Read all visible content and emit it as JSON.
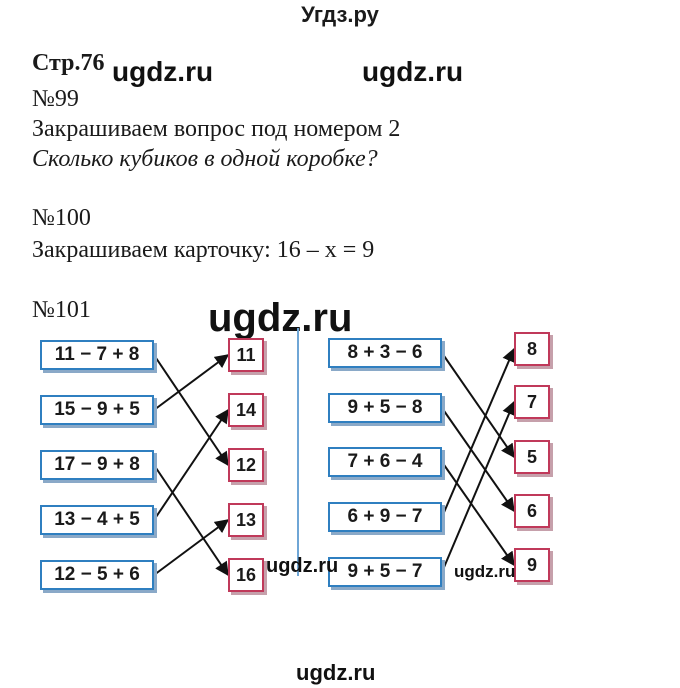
{
  "site_title": "Угдз.ру",
  "watermarks": [
    "ugdz.ru",
    "ugdz.ru",
    "ugdz.ru",
    "ugdz.ru",
    "ugdz.ru",
    "ugdz.ru"
  ],
  "page_label": "Стр.76",
  "task99": {
    "number": "№99",
    "line1": "Закрашиваем вопрос под номером 2",
    "line2": "Сколько кубиков в одной коробке?"
  },
  "task100": {
    "number": "№100",
    "line1": "Закрашиваем карточку: 16 – x = 9"
  },
  "task101": {
    "number": "№101",
    "left_expressions": [
      "11 − 7 + 8",
      "15 − 9 + 5",
      "17 − 9 + 8",
      "13 − 4 + 5",
      "12 − 5 + 6"
    ],
    "left_answers": [
      "11",
      "14",
      "12",
      "13",
      "16"
    ],
    "right_expressions": [
      "8 + 3 − 6",
      "9 + 5 − 8",
      "7 + 6 − 4",
      "6 + 9 − 7",
      "9 + 5 − 7"
    ],
    "right_answers": [
      "8",
      "7",
      "5",
      "6",
      "9"
    ],
    "left_links": [
      [
        0,
        2
      ],
      [
        1,
        0
      ],
      [
        2,
        4
      ],
      [
        3,
        1
      ],
      [
        4,
        3
      ]
    ],
    "right_links": [
      [
        0,
        2
      ],
      [
        1,
        3
      ],
      [
        2,
        4
      ],
      [
        3,
        0
      ],
      [
        4,
        1
      ]
    ]
  },
  "colors": {
    "expression_border": "#2f7fc0",
    "answer_border": "#c0395a",
    "arrow": "#111111"
  }
}
